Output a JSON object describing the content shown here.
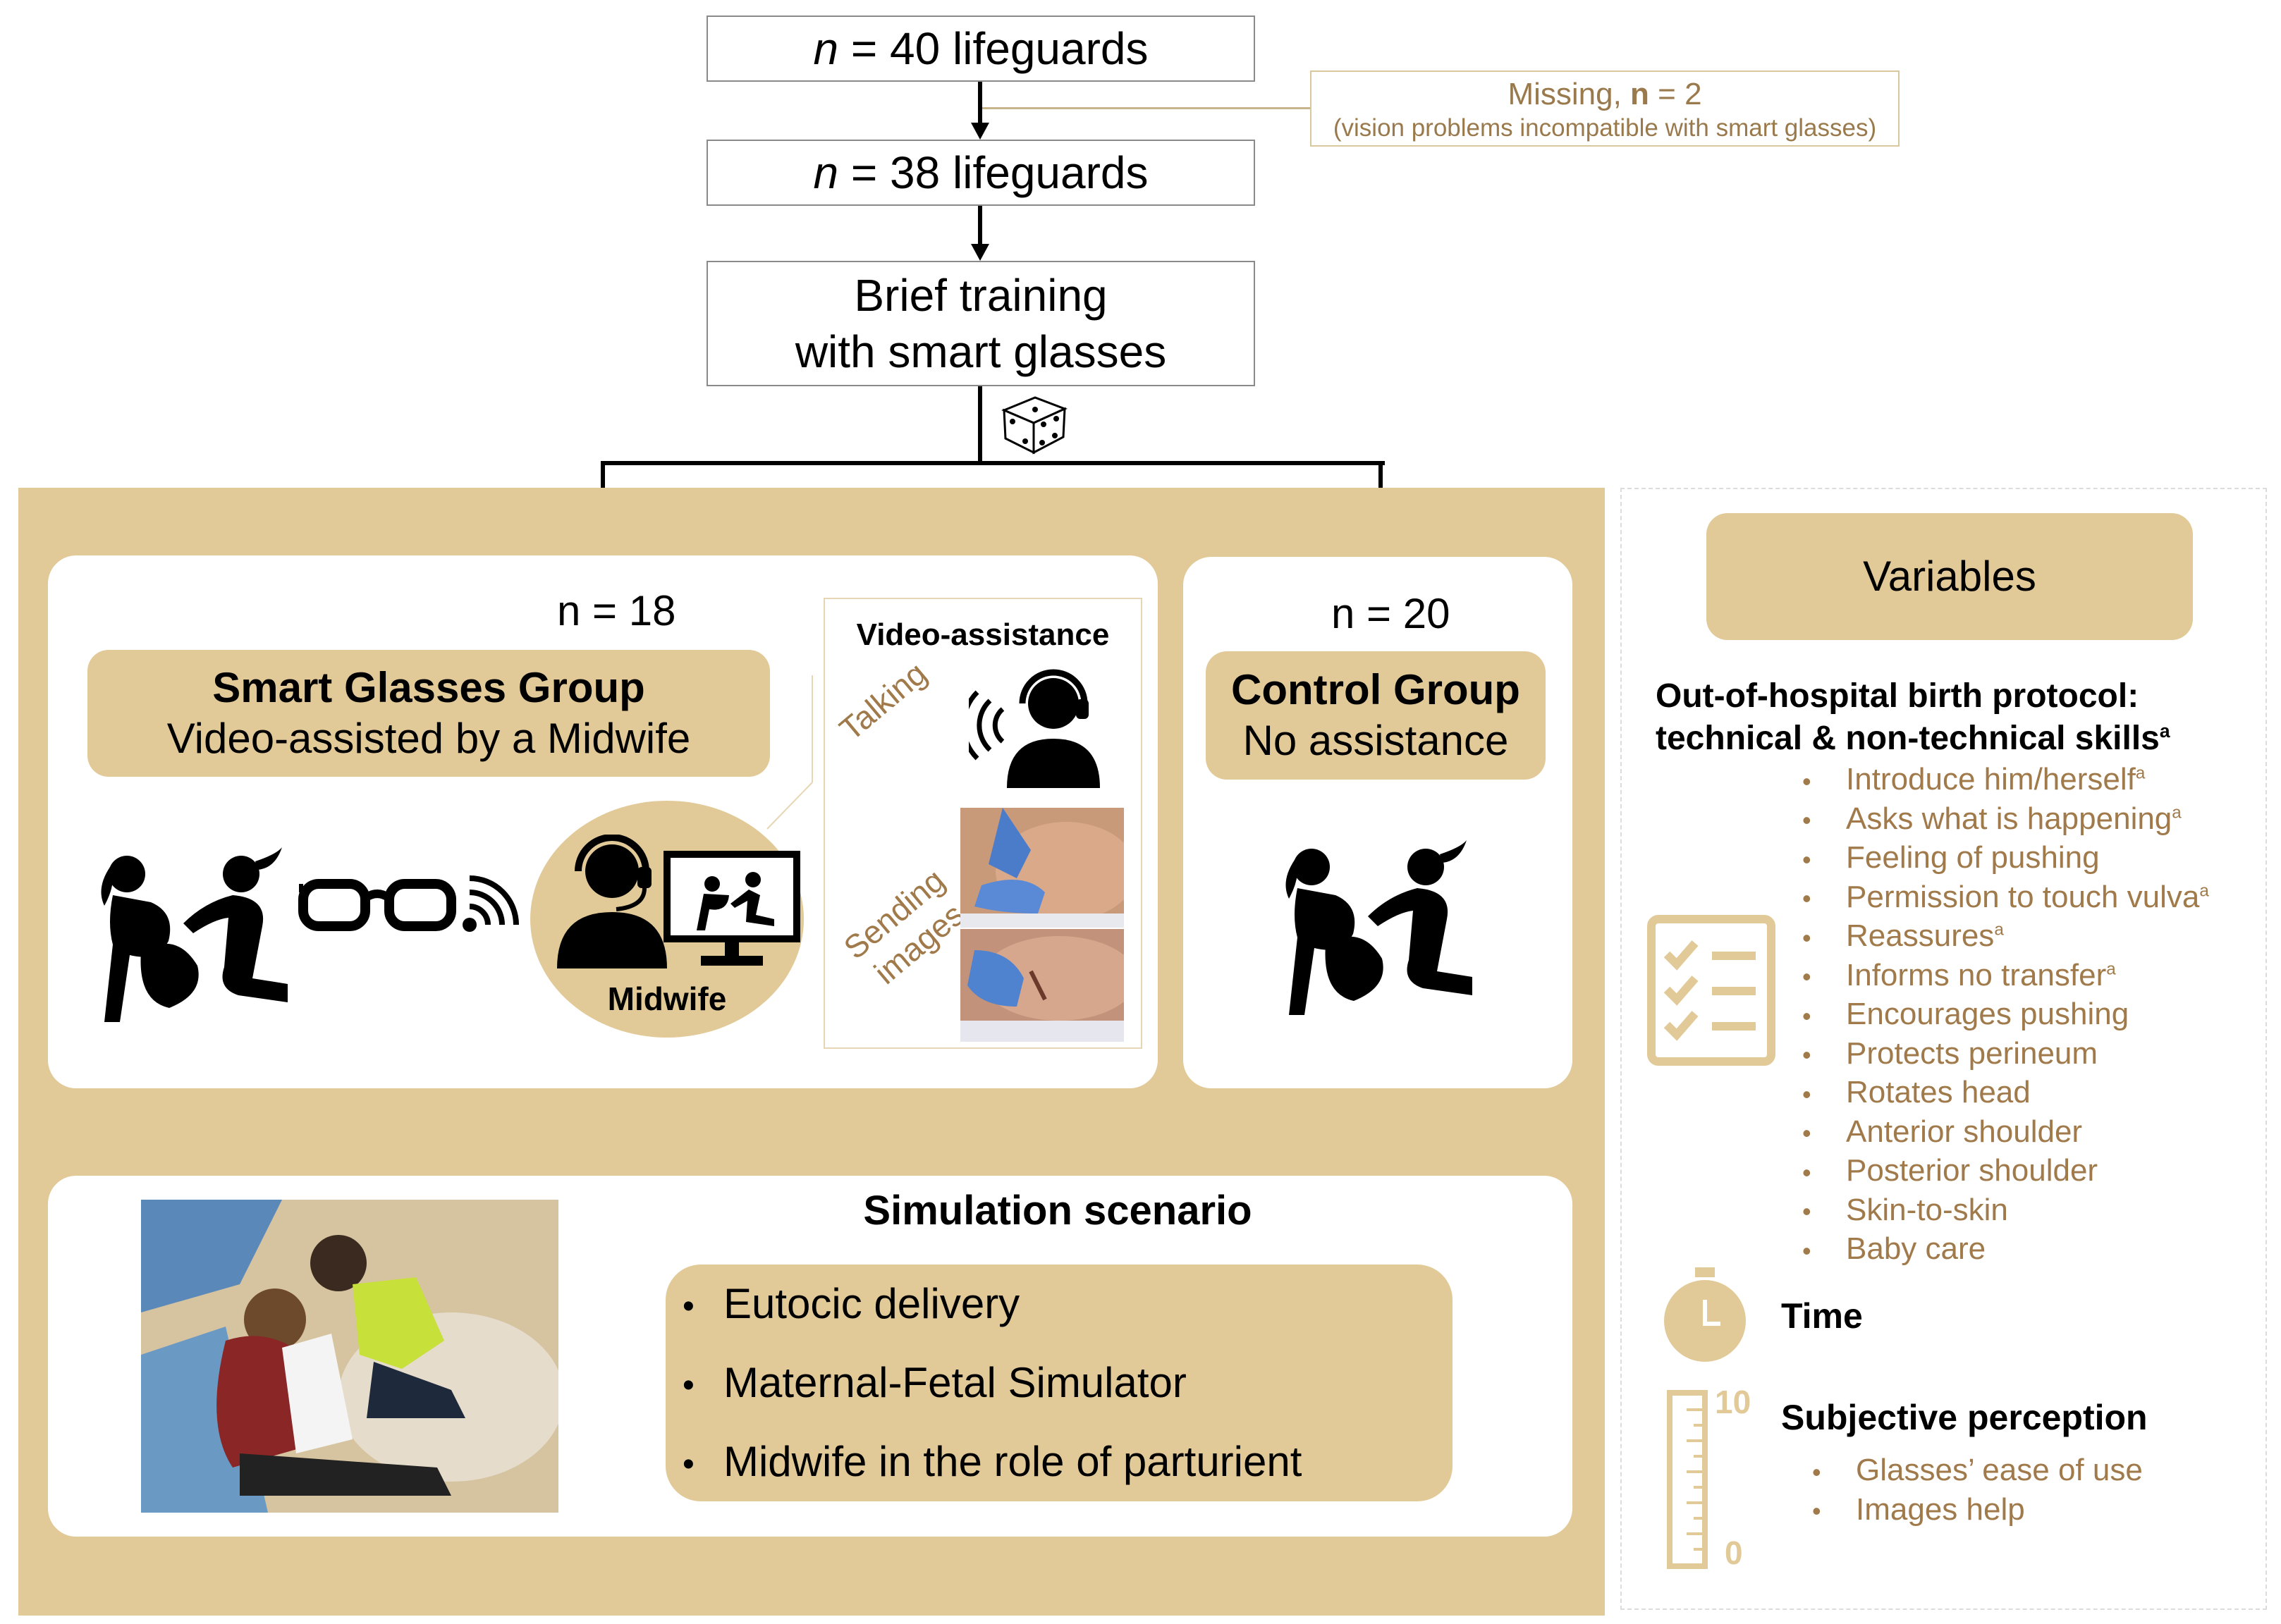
{
  "flow": {
    "box1": {
      "n_symbol": "n",
      "text": " = 40 lifeguards"
    },
    "box2": {
      "n_symbol": "n",
      "text": " = 38 lifeguards"
    },
    "box3": {
      "line1": "Brief training",
      "line2": "with smart glasses"
    },
    "missing": {
      "label": "Missing, ",
      "n_bold": "n",
      "count": " = 2",
      "reason": "(vision problems incompatible with smart glasses)"
    }
  },
  "smart_group": {
    "n": "n = 18",
    "title": "Smart Glasses Group",
    "subtitle": "Video-assisted by a Midwife",
    "midwife_label": "Midwife",
    "video_assistance": {
      "title": "Video-assistance",
      "talking": "Talking",
      "sending_line1": "Sending",
      "sending_line2": "images"
    }
  },
  "control_group": {
    "n": "n = 20",
    "title": "Control Group",
    "subtitle": "No assistance"
  },
  "simulation": {
    "title": "Simulation scenario",
    "items": [
      "Eutocic delivery",
      "Maternal-Fetal Simulator",
      "Midwife in the role of parturient"
    ]
  },
  "variables": {
    "title": "Variables",
    "protocol_line1": "Out-of-hospital birth protocol:",
    "protocol_line2": "technical & non-technical skills",
    "protocol_sup": "a",
    "items": [
      {
        "text": "Introduce him/herself",
        "sup": "a"
      },
      {
        "text": "Asks what is happening",
        "sup": "a"
      },
      {
        "text": "Feeling of pushing",
        "sup": ""
      },
      {
        "text": "Permission to touch vulva",
        "sup": "a"
      },
      {
        "text": "Reassures",
        "sup": "a"
      },
      {
        "text": "Informs no transfer",
        "sup": "a"
      },
      {
        "text": "Encourages pushing",
        "sup": ""
      },
      {
        "text": "Protects perineum",
        "sup": ""
      },
      {
        "text": "Rotates head",
        "sup": ""
      },
      {
        "text": "Anterior shoulder",
        "sup": ""
      },
      {
        "text": "Posterior shoulder",
        "sup": ""
      },
      {
        "text": "Skin-to-skin",
        "sup": ""
      },
      {
        "text": "Baby care",
        "sup": ""
      }
    ],
    "time": "Time",
    "perception": {
      "title": "Subjective perception",
      "scale_max": "10",
      "scale_min": "0",
      "items": [
        "Glasses’ ease of use",
        "Images help"
      ]
    }
  },
  "colors": {
    "tan": "#e2ca98",
    "brown_text": "#a07a4a",
    "line": "#000000"
  }
}
